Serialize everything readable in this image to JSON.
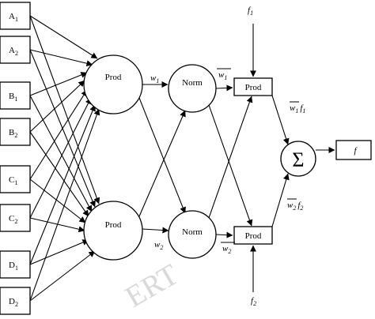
{
  "inputs": [
    {
      "letter": "A",
      "sub": "1"
    },
    {
      "letter": "A",
      "sub": "2"
    },
    {
      "letter": "B",
      "sub": "1"
    },
    {
      "letter": "B",
      "sub": "2"
    },
    {
      "letter": "C",
      "sub": "1"
    },
    {
      "letter": "C",
      "sub": "2"
    },
    {
      "letter": "D",
      "sub": "1"
    },
    {
      "letter": "D",
      "sub": "2"
    }
  ],
  "layer2": {
    "top_label": "Prod",
    "bottom_label": "Prod"
  },
  "layer3": {
    "top_label": "Norm",
    "bottom_label": "Norm"
  },
  "layer4": {
    "top_label": "Prod",
    "bottom_label": "Prod"
  },
  "weights": {
    "w1": {
      "sym": "w",
      "sub": "1"
    },
    "w2": {
      "sym": "w",
      "sub": "2"
    },
    "w1_bar": {
      "sym": "w",
      "sub": "1"
    },
    "w2_bar": {
      "sym": "w",
      "sub": "2"
    }
  },
  "consequents": {
    "f1": {
      "sym": "f",
      "sub": "1"
    },
    "f2": {
      "sym": "f",
      "sub": "2"
    },
    "w1f1": {
      "w": "w",
      "wsub": "1",
      "f": "f",
      "fsub": "1"
    },
    "w2f2": {
      "w": "w",
      "wsub": "2",
      "f": "f",
      "fsub": "2"
    }
  },
  "sum_symbol": "Σ",
  "output_label": "f",
  "watermark": "ERT"
}
